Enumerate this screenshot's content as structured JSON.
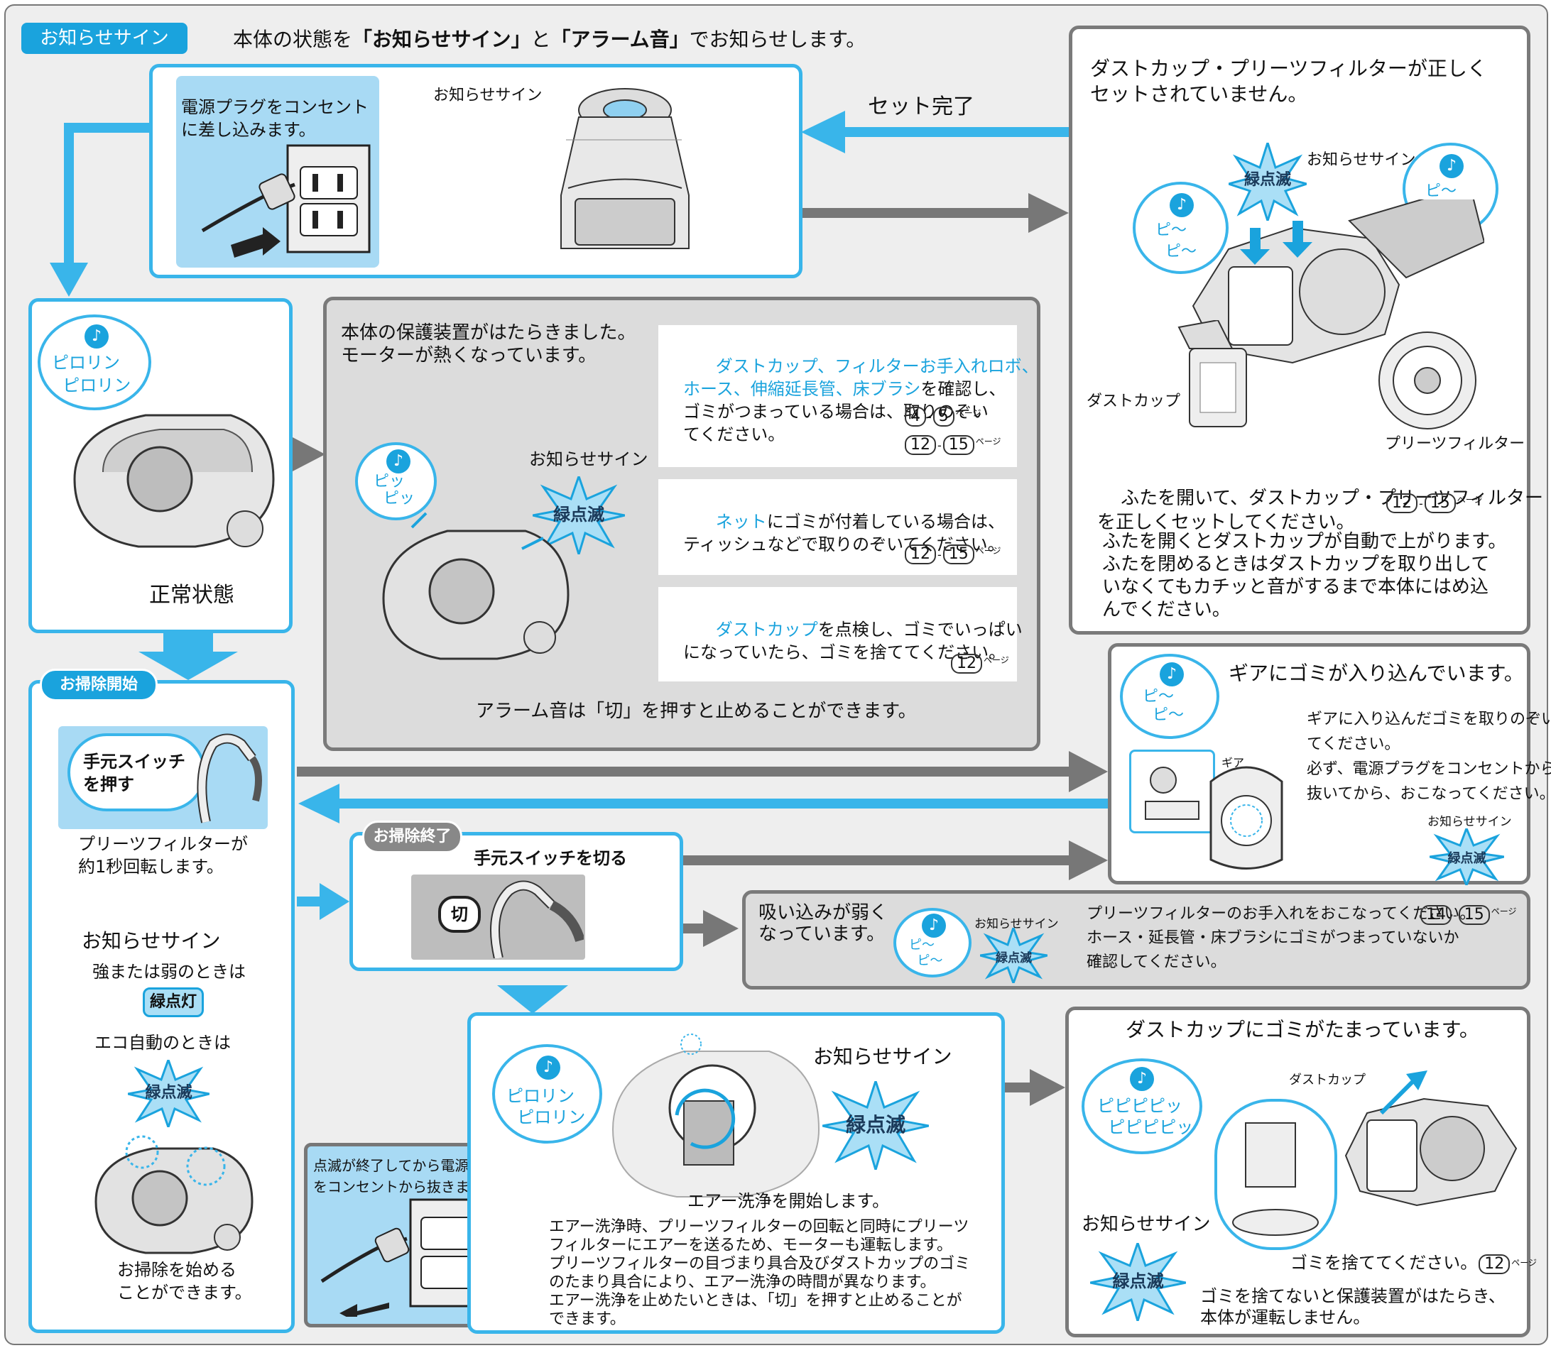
{
  "header": {
    "tag": "お知らせサイン",
    "line_pre": "本体の状態を",
    "line_q1": "「お知らせサイン」",
    "line_mid": "と",
    "line_q2": "「アラーム音」",
    "line_post": "でお知らせします。"
  },
  "plug_panel": {
    "instruction": "電源プラグをコンセント\nに差し込みます。",
    "sign_label": "お知らせサイン"
  },
  "set_complete": "セット完了",
  "dustcup_set": {
    "title": "ダストカップ・プリーツフィルターが正しく\nセットされていません。",
    "sign_label": "お知らせサイン",
    "blink": "緑点滅",
    "sound": "ピ～\n  ピ～",
    "label_dustcup": "ダストカップ",
    "label_filter": "プリーツフィルター",
    "instruction": "ふたを開いて、ダストカップ・プリーツフィルター\nを正しくセットしてください。",
    "ref_a": "12",
    "ref_b": "15",
    "ref_suffix": "ページ",
    "note": "ふたを開くとダストカップが自動で上がります。\nふたを閉めるときはダストカップを取り出して\nいなくてもカチッと音がするまで本体にはめ込\nんでください。"
  },
  "normal": {
    "sound": "ピロリン\n  ピロリン",
    "label": "正常状態"
  },
  "protect": {
    "title": "本体の保護装置がはたらきました。\nモーターが熱くなっています。",
    "sound": "ピッ\n  ピッ",
    "sign_label": "お知らせサイン",
    "blink": "緑点滅",
    "check1_cyan": "ダストカップ、フィルターお手入れロボ、\nホース、伸縮延長管、床ブラシ",
    "check1_text": "を確認し、\nゴミがつまっている場合は、取りのぞい\nてください。",
    "check1_refs": [
      "4",
      "5",
      "12",
      "15"
    ],
    "check2_cyan": "ネット",
    "check2_text": "にゴミが付着している場合は、\nティッシュなどで取りのぞいてください。",
    "check2_refs": [
      "12",
      "15"
    ],
    "check3_cyan": "ダストカップ",
    "check3_text": "を点検し、ゴミでいっぱい\nになっていたら、ゴミを捨ててください。",
    "check3_refs": [
      "12"
    ],
    "footer": "アラーム音は「切」を押すと止めることができます。"
  },
  "start": {
    "tag": "お掃除開始",
    "callout": "手元スイッチ\nを押す",
    "rotate": "プリーツフィルターが\n約1秒回転します。",
    "sign_label": "お知らせサイン",
    "strong_weak": "強または弱のときは",
    "lit": "緑点灯",
    "eco": "エコ自動のときは",
    "blink": "緑点滅",
    "ready": "お掃除を始める\nことができます。"
  },
  "gear": {
    "title": "ギアにゴミが入り込んでいます。",
    "sound": "ピ～\n  ピ～",
    "label_gear": "ギア",
    "text": "ギアに入り込んだゴミを取りのぞい\nてください。\n必ず、電源プラグをコンセントから\n抜いてから、おこなってください。",
    "sign_label": "お知らせサイン",
    "blink": "緑点滅"
  },
  "end": {
    "tag": "お掃除終了",
    "title": "手元スイッチを切る",
    "switch_label": "切"
  },
  "weak": {
    "title": "吸い込みが弱く\nなっています。",
    "sound": "ピ～\n  ピ～",
    "sign_label": "お知らせサイン",
    "blink": "緑点滅",
    "text": "プリーツフィルターのお手入れをおこなってください。\nホース・延長管・床ブラシにゴミがつまっていないか\n確認してください。",
    "refs": [
      "14",
      "15"
    ]
  },
  "unplug": {
    "text": "点滅が終了してから電源プラグ\nをコンセントから抜きます。"
  },
  "air": {
    "sound": "ピロリン\n  ピロリン",
    "sign_label": "お知らせサイン",
    "blink": "緑点滅",
    "start": "エアー洗浄を開始します。",
    "desc": "エアー洗浄時、プリーツフィルターの回転と同時にプリーツ\nフィルターにエアーを送るため、モーターも運転します。\nプリーツフィルターの目づまり具合及びダストカップのゴミ\nのたまり具合により、エアー洗浄の時間が異なります。\nエアー洗浄を止めたいときは、「切」を押すと止めることが\nできます。"
  },
  "full": {
    "title": "ダストカップにゴミがたまっています。",
    "sound": "ピピピピッ\n  ピピピピッ",
    "label_dustcup": "ダストカップ",
    "sign_label": "お知らせサイン",
    "blink": "緑点滅",
    "dispose": "ゴミを捨ててください。",
    "ref": "12",
    "note": "ゴミを捨てないと保護装置がはたらき、\n本体が運転しません。"
  },
  "colors": {
    "cyan": "#39b5ea",
    "gray": "#7a7a7a",
    "pill": "#1aa3dd"
  }
}
